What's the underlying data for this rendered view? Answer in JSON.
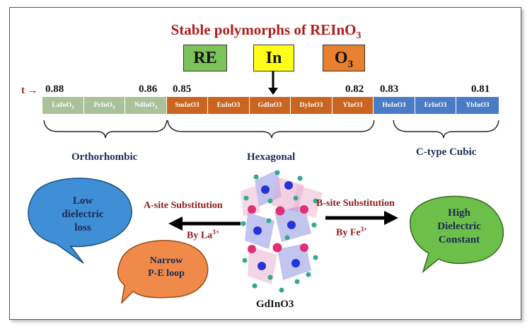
{
  "title": {
    "main": "Stable polymorphs of REInO",
    "sub": "3"
  },
  "elements": [
    {
      "label": "RE",
      "sub": "",
      "color": "#7cc35a"
    },
    {
      "label": "In",
      "sub": "",
      "color": "#ffff1a"
    },
    {
      "label": "O",
      "sub": "3",
      "color": "#e8802e"
    }
  ],
  "tolerance": {
    "label": "t →",
    "values": [
      "0.88",
      "0.86",
      "0.85",
      "0.82",
      "0.83",
      "0.81"
    ]
  },
  "compounds": [
    {
      "name": "LaInO",
      "sub": "3"
    },
    {
      "name": "PrInO",
      "sub": "3"
    },
    {
      "name": "NdInO",
      "sub": "3"
    },
    {
      "name": "SmInO3",
      "sub": ""
    },
    {
      "name": "EuInO3",
      "sub": ""
    },
    {
      "name": "GdInO3",
      "sub": ""
    },
    {
      "name": "DyInO3",
      "sub": ""
    },
    {
      "name": "YInO3",
      "sub": ""
    },
    {
      "name": "HoInO3",
      "sub": ""
    },
    {
      "name": "ErInO3",
      "sub": ""
    },
    {
      "name": "YbInO3",
      "sub": ""
    }
  ],
  "phases": {
    "orthorhombic": "Orthorhombic",
    "hexagonal": "Hexagonal",
    "cubic": "C-type Cubic"
  },
  "substitution": {
    "a_site": "A-site Substitution",
    "a_by": "By La",
    "a_sup": "3+",
    "b_site": "B-site Substitution",
    "b_by": "By Fe",
    "b_sup": "3+"
  },
  "bubbles": {
    "low_loss": [
      "Low",
      "dielectric",
      "loss"
    ],
    "narrow": [
      "Narrow",
      "P-E loop"
    ],
    "high": [
      "High",
      "Dielectric",
      "Constant"
    ]
  },
  "crystal_label": "GdInO3",
  "colors": {
    "title": "#b01c1c",
    "green": "#a9c29a",
    "orange": "#c96520",
    "blue": "#4a7cc5",
    "bubble_blue": "#3e8fd6",
    "bubble_orange": "#f08a4b",
    "bubble_green": "#6cc04a"
  }
}
